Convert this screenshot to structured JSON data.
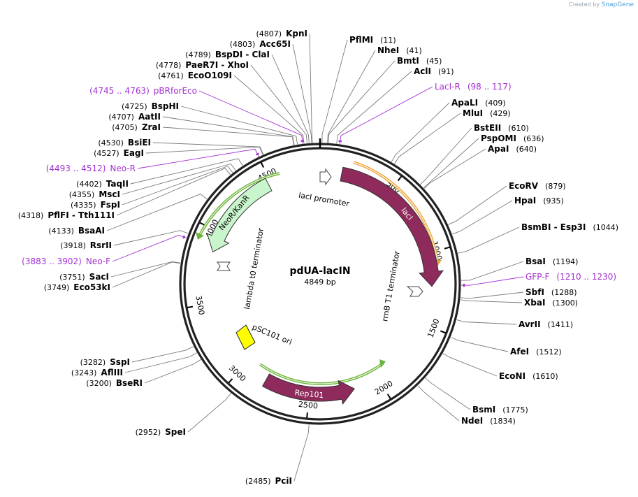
{
  "credit": {
    "prefix": "Created by",
    "brand": "SnapGene"
  },
  "plasmid": {
    "name": "pdUA-lacIN",
    "length_label": "4849 bp",
    "length": 4849
  },
  "colors": {
    "primer": "#a32fd2",
    "feature_dark": "#8e2a5c",
    "ori": "#ffff00",
    "neo": "#c9f5cd",
    "orange_arc": "#e9a23b",
    "green_arc": "#6fb33f",
    "line": "#7a7a7a"
  },
  "ticks": [
    {
      "label": "500",
      "bp": 500
    },
    {
      "label": "1000",
      "bp": 1000
    },
    {
      "label": "1500",
      "bp": 1500
    },
    {
      "label": "2000",
      "bp": 2000
    },
    {
      "label": "2500",
      "bp": 2500
    },
    {
      "label": "3000",
      "bp": 3000
    },
    {
      "label": "3500",
      "bp": 3500
    },
    {
      "label": "4000",
      "bp": 4000
    },
    {
      "label": "4500",
      "bp": 4500
    }
  ],
  "features": [
    {
      "label": "lacI",
      "start": 150,
      "end": 1230,
      "ring": 1,
      "dir": 1,
      "color": "#8e2a5c",
      "text": "light"
    },
    {
      "label": "NeoR/KanR",
      "start": 3860,
      "end": 4480,
      "ring": 1,
      "dir": -1,
      "color": "#c9f5cd",
      "text": "dark"
    },
    {
      "label": "Rep101",
      "start": 2180,
      "end": 2820,
      "ring": 2,
      "dir": -1,
      "color": "#8e2a5c",
      "text": "light"
    }
  ],
  "annotations": [
    {
      "label": "lacI promoter"
    },
    {
      "label": "lambda t0 terminator"
    },
    {
      "label": "rrnB T1 terminator"
    },
    {
      "label": "pSC101 ori"
    }
  ],
  "sites_right": [
    {
      "name": "PflMI",
      "pos": "(11)",
      "bp": 11
    },
    {
      "name": "NheI",
      "pos": "(41)",
      "bp": 41
    },
    {
      "name": "BmtI",
      "pos": "(45)",
      "bp": 45
    },
    {
      "name": "AclI",
      "pos": "(91)",
      "bp": 91
    },
    {
      "name": "LacI-R",
      "pos": "(98 .. 117)",
      "bp": 108,
      "primer": true
    },
    {
      "name": "ApaLI",
      "pos": "(409)",
      "bp": 409
    },
    {
      "name": "MluI",
      "pos": "(429)",
      "bp": 429
    },
    {
      "name": "BstEII",
      "pos": "(610)",
      "bp": 610
    },
    {
      "name": "PspOMI",
      "pos": "(636)",
      "bp": 636
    },
    {
      "name": "ApaI",
      "pos": "(640)",
      "bp": 640
    },
    {
      "name": "EcoRV",
      "pos": "(879)",
      "bp": 879
    },
    {
      "name": "HpaI",
      "pos": "(935)",
      "bp": 935
    },
    {
      "name": "BsmBI - Esp3I",
      "pos": "(1044)",
      "bp": 1044
    },
    {
      "name": "BsaI",
      "pos": "(1194)",
      "bp": 1194
    },
    {
      "name": "GFP-F",
      "pos": "(1210 .. 1230)",
      "bp": 1220,
      "primer": true
    },
    {
      "name": "SbfI",
      "pos": "(1288)",
      "bp": 1288
    },
    {
      "name": "XbaI",
      "pos": "(1300)",
      "bp": 1300
    },
    {
      "name": "AvrII",
      "pos": "(1411)",
      "bp": 1411
    },
    {
      "name": "AfeI",
      "pos": "(1512)",
      "bp": 1512
    },
    {
      "name": "EcoNI",
      "pos": "(1610)",
      "bp": 1610
    },
    {
      "name": "BsmI",
      "pos": "(1775)",
      "bp": 1775
    },
    {
      "name": "NdeI",
      "pos": "(1834)",
      "bp": 1834
    }
  ],
  "sites_left": [
    {
      "name": "KpnI",
      "pos": "(4807)",
      "bp": 4807
    },
    {
      "name": "Acc65I",
      "pos": "(4803)",
      "bp": 4803
    },
    {
      "name": "BspDI - ClaI",
      "pos": "(4789)",
      "bp": 4789
    },
    {
      "name": "PaeR7I - XhoI",
      "pos": "(4778)",
      "bp": 4778
    },
    {
      "name": "EcoO109I",
      "pos": "(4761)",
      "bp": 4761
    },
    {
      "name": "pBRforEco",
      "pos": "(4745 .. 4763)",
      "bp": 4754,
      "primer": true
    },
    {
      "name": "BspHI",
      "pos": "(4725)",
      "bp": 4725
    },
    {
      "name": "AatII",
      "pos": "(4707)",
      "bp": 4707
    },
    {
      "name": "ZraI",
      "pos": "(4705)",
      "bp": 4705
    },
    {
      "name": "BsiEI",
      "pos": "(4530)",
      "bp": 4530
    },
    {
      "name": "EagI",
      "pos": "(4527)",
      "bp": 4527
    },
    {
      "name": "Neo-R",
      "pos": "(4493 .. 4512)",
      "bp": 4502,
      "primer": true
    },
    {
      "name": "TaqII",
      "pos": "(4402)",
      "bp": 4402
    },
    {
      "name": "MscI",
      "pos": "(4355)",
      "bp": 4355
    },
    {
      "name": "FspI",
      "pos": "(4335)",
      "bp": 4335
    },
    {
      "name": "PflFI - Tth111I",
      "pos": "(4318)",
      "bp": 4318
    },
    {
      "name": "BsaAI",
      "pos": "(4133)",
      "bp": 4133
    },
    {
      "name": "RsrII",
      "pos": "(3918)",
      "bp": 3918
    },
    {
      "name": "Neo-F",
      "pos": "(3883 .. 3902)",
      "bp": 3892,
      "primer": true
    },
    {
      "name": "SacI",
      "pos": "(3751)",
      "bp": 3751
    },
    {
      "name": "Eco53kI",
      "pos": "(3749)",
      "bp": 3749
    },
    {
      "name": "SspI",
      "pos": "(3282)",
      "bp": 3282
    },
    {
      "name": "AflIII",
      "pos": "(3243)",
      "bp": 3243
    },
    {
      "name": "BseRI",
      "pos": "(3200)",
      "bp": 3200
    },
    {
      "name": "SpeI",
      "pos": "(2952)",
      "bp": 2952
    },
    {
      "name": "PciI",
      "pos": "(2485)",
      "bp": 2485
    }
  ]
}
